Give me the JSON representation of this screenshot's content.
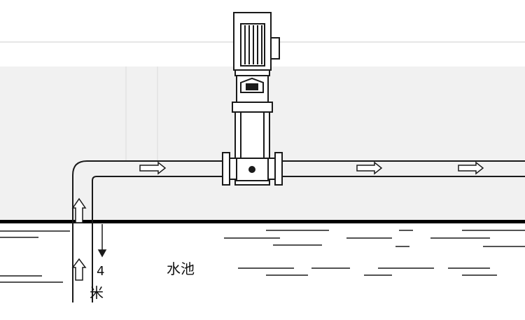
{
  "labels": {
    "pool": "水池",
    "depth_value": "4",
    "depth_unit": "米"
  },
  "colors": {
    "stroke": "#1a1a1a",
    "water_line": "#000000",
    "background": "#ffffff",
    "ghost": "#e9e9e9"
  },
  "icons": {
    "motor": "motor-icon",
    "pump": "pump-icon",
    "flow_arrow": "flow-arrow-icon"
  }
}
